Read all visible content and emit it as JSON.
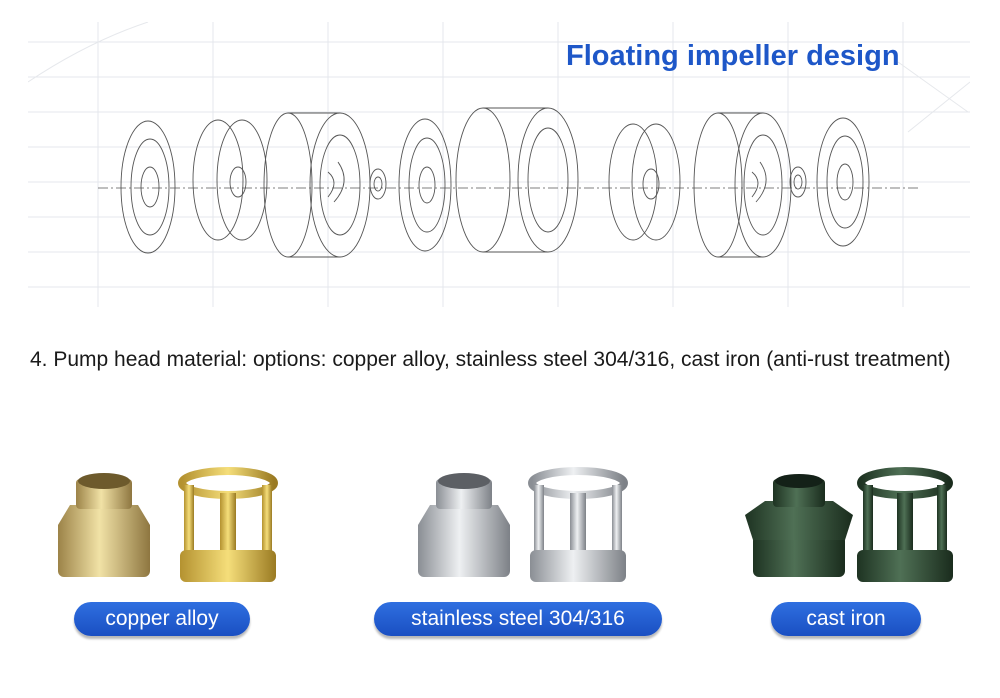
{
  "header": {
    "title": "Floating impeller design"
  },
  "section": {
    "description": "4. Pump head material: options: copper alloy, stainless steel 304/316, cast iron (anti-rust treatment)"
  },
  "materials": [
    {
      "label": "copper alloy",
      "color": "#c8b06a"
    },
    {
      "label": "stainless steel 304/316",
      "color": "#b9bcc0"
    },
    {
      "label": "cast iron",
      "color": "#2f4a33"
    }
  ],
  "colors": {
    "accent": "#1e57c8",
    "label_bg": "#1f56c9"
  }
}
